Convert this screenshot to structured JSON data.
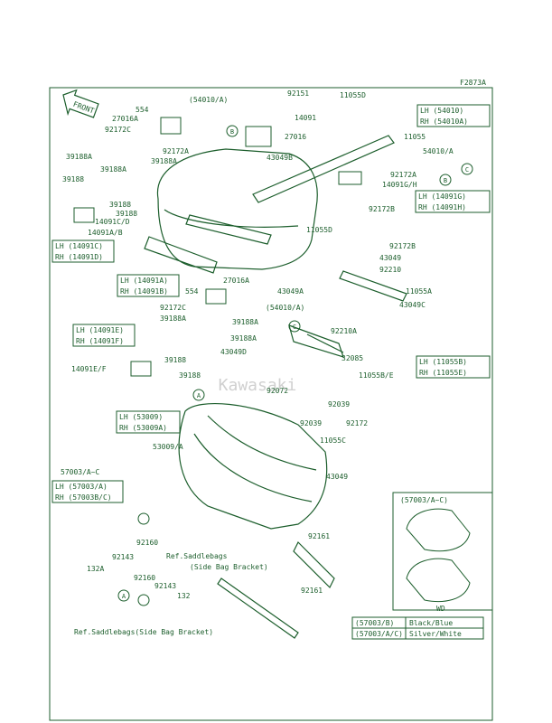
{
  "figure_code": "F2873A",
  "front_label": "FRONT",
  "watermark_text": "Kawasaki",
  "colors": {
    "ink": "#1c5e2c",
    "bg": "#ffffff",
    "watermark": "#c9c9c9"
  },
  "parts": [
    {
      "id": "p554a",
      "label": "554"
    },
    {
      "id": "p54010A",
      "label": "(54010/A)"
    },
    {
      "id": "p92151",
      "label": "92151"
    },
    {
      "id": "p11055D_top",
      "label": "11055D"
    },
    {
      "id": "p27016A_top",
      "label": "27016A"
    },
    {
      "id": "p14091",
      "label": "14091"
    },
    {
      "id": "p92172C_top",
      "label": "92172C"
    },
    {
      "id": "p27016",
      "label": "27016"
    },
    {
      "id": "p11055",
      "label": "11055"
    },
    {
      "id": "p92172A_top",
      "label": "92172A"
    },
    {
      "id": "p54010_A",
      "label": "54010/A"
    },
    {
      "id": "p43049B",
      "label": "43049B"
    },
    {
      "id": "p39188A_1",
      "label": "39188A"
    },
    {
      "id": "p39188A_2",
      "label": "39188A"
    },
    {
      "id": "p39188A_3",
      "label": "39188A"
    },
    {
      "id": "p92172A_r",
      "label": "92172A"
    },
    {
      "id": "p14091GH",
      "label": "14091G/H"
    },
    {
      "id": "p39188_1",
      "label": "39188"
    },
    {
      "id": "p39188_2",
      "label": "39188"
    },
    {
      "id": "p39188_3",
      "label": "39188"
    },
    {
      "id": "p14091CD",
      "label": "14091C/D"
    },
    {
      "id": "p92172B_r",
      "label": "92172B"
    },
    {
      "id": "p11055D_mid",
      "label": "11055D"
    },
    {
      "id": "p14091AB",
      "label": "14091A/B"
    },
    {
      "id": "p92172B_mid",
      "label": "92172B"
    },
    {
      "id": "p43049_mid",
      "label": "43049"
    },
    {
      "id": "p92210",
      "label": "92210"
    },
    {
      "id": "p11055A",
      "label": "11055A"
    },
    {
      "id": "p43049C",
      "label": "43049C"
    },
    {
      "id": "p27016A_mid",
      "label": "27016A"
    },
    {
      "id": "p554b",
      "label": "554"
    },
    {
      "id": "p43049A",
      "label": "43049A"
    },
    {
      "id": "p92172C_mid",
      "label": "92172C"
    },
    {
      "id": "p54010A_mid",
      "label": "(54010/A)"
    },
    {
      "id": "p39188A_4",
      "label": "39188A"
    },
    {
      "id": "p39188A_5",
      "label": "39188A"
    },
    {
      "id": "p39188A_6",
      "label": "39188A"
    },
    {
      "id": "p92210A",
      "label": "92210A"
    },
    {
      "id": "p43049D",
      "label": "43049D"
    },
    {
      "id": "p32085",
      "label": "32085"
    },
    {
      "id": "p39188_4",
      "label": "39188"
    },
    {
      "id": "p14091EF",
      "label": "14091E/F"
    },
    {
      "id": "p39188_5",
      "label": "39188"
    },
    {
      "id": "p11055BE",
      "label": "11055B/E"
    },
    {
      "id": "p92072",
      "label": "92072"
    },
    {
      "id": "p92039_1",
      "label": "92039"
    },
    {
      "id": "p92039_2",
      "label": "92039"
    },
    {
      "id": "p92172",
      "label": "92172"
    },
    {
      "id": "p11055C",
      "label": "11055C"
    },
    {
      "id": "p53009A",
      "label": "53009/A"
    },
    {
      "id": "p43049_low",
      "label": "43049"
    },
    {
      "id": "p57003AC",
      "label": "57003/A~C"
    },
    {
      "id": "p92160_1",
      "label": "92160"
    },
    {
      "id": "p92143_1",
      "label": "92143"
    },
    {
      "id": "p132A",
      "label": "132A"
    },
    {
      "id": "p92161_1",
      "label": "92161"
    },
    {
      "id": "p92161_2",
      "label": "92161"
    },
    {
      "id": "p92160_2",
      "label": "92160"
    },
    {
      "id": "p92143_2",
      "label": "92143"
    },
    {
      "id": "p132",
      "label": "132"
    }
  ],
  "side_boxes": [
    {
      "id": "sb1",
      "lh": "LH (14091C)",
      "rh": "RH (14091D)"
    },
    {
      "id": "sb2",
      "lh": "LH (14091A)",
      "rh": "RH (14091B)"
    },
    {
      "id": "sb3",
      "lh": "LH (14091E)",
      "rh": "RH (14091F)"
    },
    {
      "id": "sb4",
      "lh": "LH (53009)",
      "rh": "RH (53009A)"
    },
    {
      "id": "sb5",
      "lh": "LH (57003/A)",
      "rh": "RH (57003B/C)"
    },
    {
      "id": "sb6",
      "lh": "LH (54010)",
      "rh": "RH (54010A)"
    },
    {
      "id": "sb7",
      "lh": "LH (14091G)",
      "rh": "RH (14091H)"
    },
    {
      "id": "sb8",
      "lh": "LH (11055B)",
      "rh": "RH (11055E)"
    }
  ],
  "callouts": [
    "B",
    "B",
    "C",
    "C",
    "A",
    "A"
  ],
  "references": [
    {
      "id": "ref1",
      "line1": "Ref.Saddlebags",
      "line2": "(Side Bag Bracket)"
    },
    {
      "id": "ref2",
      "line1": "Ref.Saddlebags(Side Bag Bracket)"
    }
  ],
  "inset": {
    "title": "(57003/A~C)",
    "variant": "WD",
    "color_rows": [
      {
        "code": "(57003/B)",
        "color": "Black/Blue"
      },
      {
        "code": "(57003/A/C)",
        "color": "Silver/White"
      }
    ]
  }
}
